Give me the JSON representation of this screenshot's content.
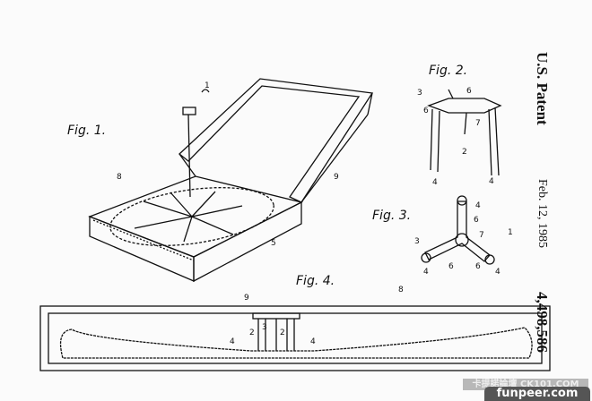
{
  "header": {
    "title": "U.S. Patent",
    "date": "Feb. 12, 1985",
    "patent_number": "4,498,586"
  },
  "figures": [
    {
      "label": "Fig. 1."
    },
    {
      "label": "Fig. 2."
    },
    {
      "label": "Fig. 3."
    },
    {
      "label": "Fig. 4."
    }
  ],
  "reference_numerals": {
    "r1": "1",
    "r2": "2",
    "r3": "3",
    "r4": "4",
    "r5": "5",
    "r6": "6",
    "r7": "7",
    "r8": "8",
    "r9": "9"
  },
  "watermarks": {
    "top": "卡提諾論壇 CK101.COM",
    "bottom": "funpeer.com"
  }
}
